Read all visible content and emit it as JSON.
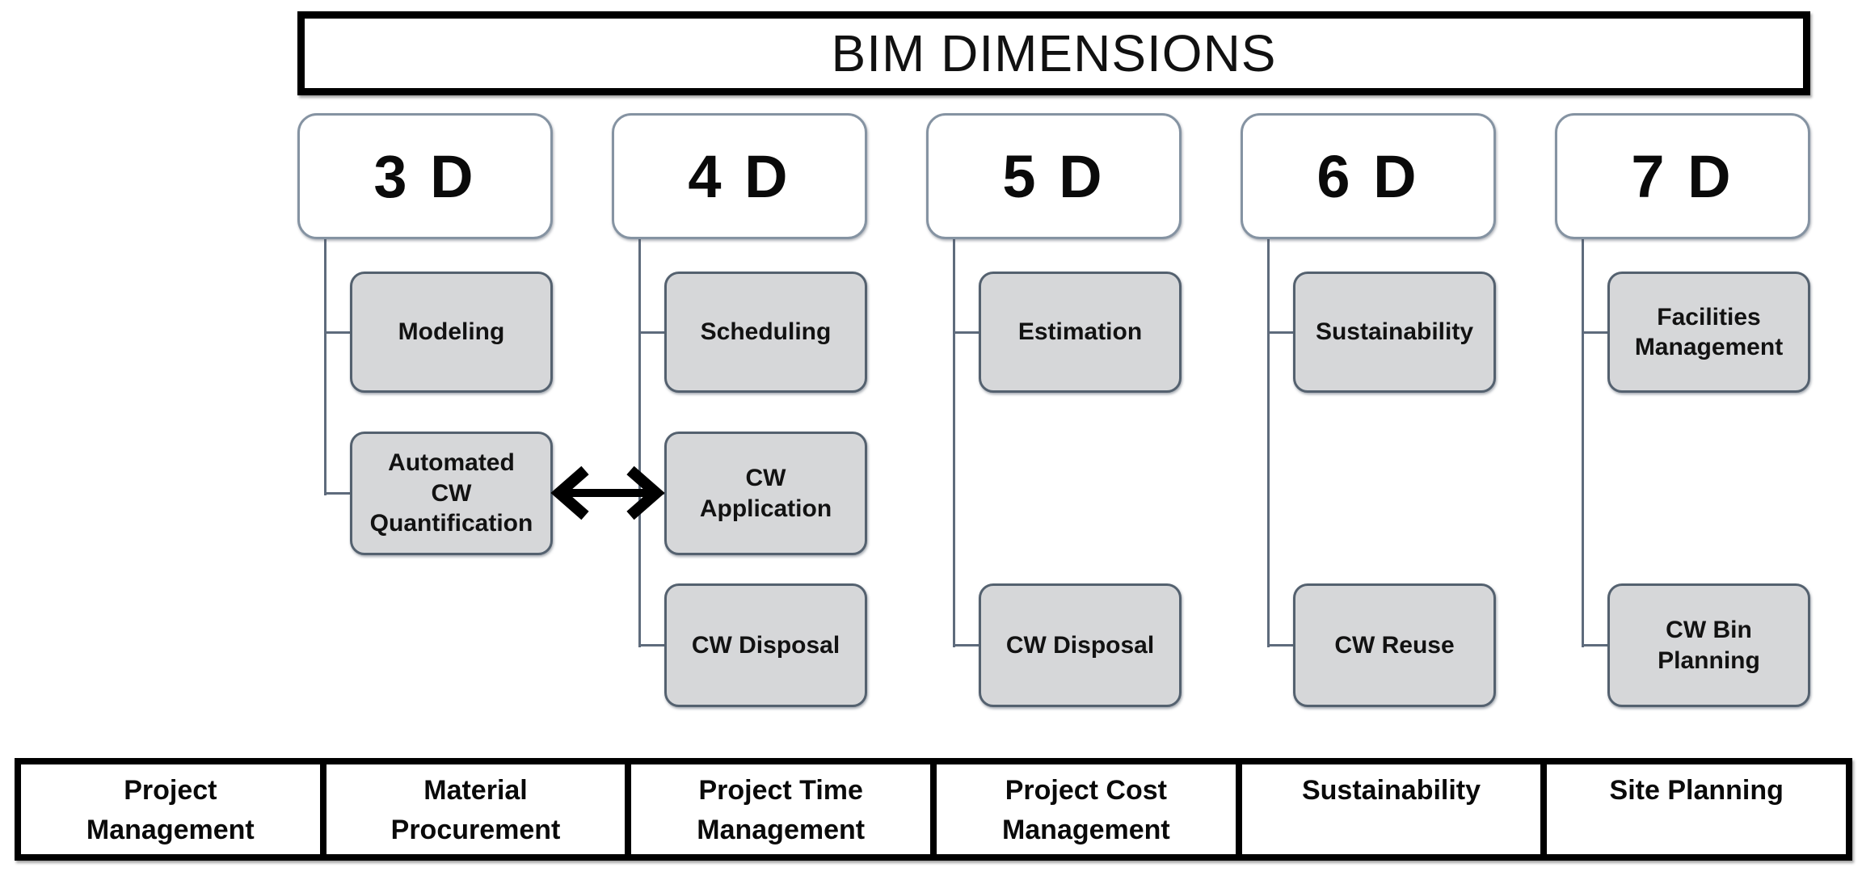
{
  "title": "BIM DIMENSIONS",
  "columns": [
    {
      "header": "3 D",
      "boxes": [
        {
          "label": "Modeling"
        },
        {
          "label": "Automated\nCW\nQuantification"
        }
      ]
    },
    {
      "header": "4 D",
      "boxes": [
        {
          "label": "Scheduling"
        },
        {
          "label": "CW\nApplication"
        },
        {
          "label": "CW Disposal"
        }
      ]
    },
    {
      "header": "5 D",
      "boxes": [
        {
          "label": "Estimation"
        },
        {
          "label": "CW Disposal"
        }
      ]
    },
    {
      "header": "6 D",
      "boxes": [
        {
          "label": "Sustainability"
        },
        {
          "label": "CW Reuse"
        }
      ]
    },
    {
      "header": "7 D",
      "boxes": [
        {
          "label": "Facilities\nManagement"
        },
        {
          "label": "CW Bin\nPlanning"
        }
      ]
    }
  ],
  "arrow": {
    "type": "double-headed",
    "connects": [
      "Automated CW Quantification",
      "CW Application"
    ]
  },
  "footer": {
    "cells": [
      "Project\nManagement",
      "Material\nProcurement",
      "Project Time\nManagement",
      "Project Cost\nManagement",
      "Sustainability",
      "Site Planning"
    ]
  },
  "colors": {
    "sub_box_fill": "#d6d7d9",
    "sub_box_border": "#54616f",
    "dim_box_border": "#8593a2",
    "connector": "#5e6b7c",
    "outline": "#000000"
  }
}
